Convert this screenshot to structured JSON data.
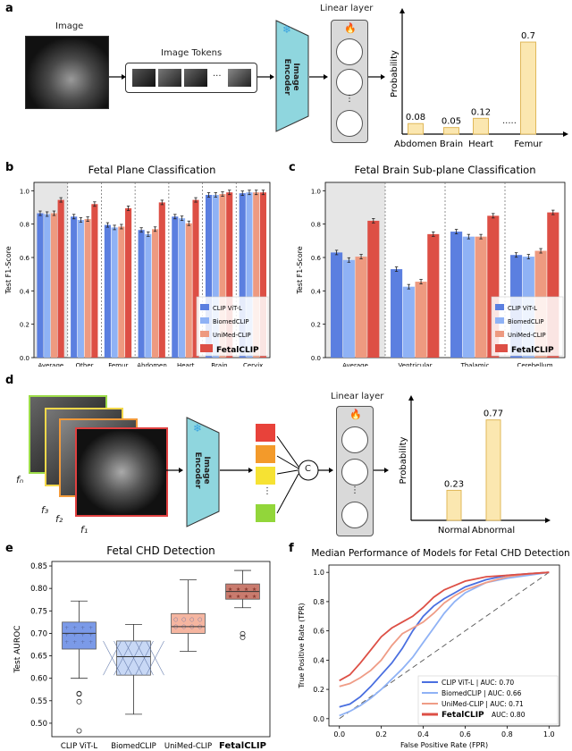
{
  "panels": {
    "a": {
      "label": "a",
      "image_label": "Image",
      "tokens_label": "Image Tokens",
      "tokens_ellipsis": "...",
      "encoder_label": "Image\nEncoder",
      "linear_label": "Linear layer",
      "linear_dots": "⋮",
      "prob_label": "Probability",
      "ellipsis": ".....",
      "chart_data": {
        "type": "bar",
        "categories": [
          "Abdomen",
          "Brain",
          "Heart",
          "Femur"
        ],
        "values": [
          0.08,
          0.05,
          0.12,
          0.7
        ],
        "value_labels": [
          "0.08",
          "0.05",
          "0.12",
          "0.7"
        ],
        "ylabel": "Probability"
      }
    },
    "b": {
      "label": "b",
      "chart_data": {
        "type": "bar",
        "title": "Fetal Plane Classification",
        "ylabel": "Test F1-Score",
        "categories": [
          "Average",
          "Other",
          "Femur",
          "Abdomen",
          "Heart",
          "Brain",
          "Cervix"
        ],
        "yticks": [
          "0.0",
          "0.2",
          "0.4",
          "0.6",
          "0.8",
          "1.0"
        ],
        "ylim": [
          0,
          1.05
        ],
        "series": [
          {
            "name": "CLIP ViT-L",
            "color": "#5b7fe0",
            "values": [
              0.865,
              0.845,
              0.795,
              0.765,
              0.845,
              0.975,
              0.985
            ]
          },
          {
            "name": "BiomedCLIP",
            "color": "#8fb2f5",
            "values": [
              0.86,
              0.825,
              0.78,
              0.74,
              0.835,
              0.975,
              0.99
            ]
          },
          {
            "name": "UniMed-CLIP",
            "color": "#ee9a80",
            "values": [
              0.865,
              0.83,
              0.785,
              0.77,
              0.805,
              0.98,
              0.99
            ]
          },
          {
            "name": "FetalCLIP",
            "color": "#dd4f45",
            "values": [
              0.945,
              0.92,
              0.895,
              0.93,
              0.945,
              0.99,
              0.99
            ]
          }
        ],
        "legend": "bottom-right"
      }
    },
    "c": {
      "label": "c",
      "chart_data": {
        "type": "bar",
        "title": "Fetal Brain Sub-plane Classification",
        "ylabel": "Test F1-Score",
        "categories": [
          "Average",
          "Ventricular",
          "Thalamic",
          "Cerebellum"
        ],
        "yticks": [
          "0.0",
          "0.2",
          "0.4",
          "0.6",
          "0.8",
          "1.0"
        ],
        "ylim": [
          0,
          1.05
        ],
        "series": [
          {
            "name": "CLIP ViT-L",
            "color": "#5b7fe0",
            "values": [
              0.63,
              0.53,
              0.755,
              0.615
            ]
          },
          {
            "name": "BiomedCLIP",
            "color": "#8fb2f5",
            "values": [
              0.585,
              0.425,
              0.725,
              0.605
            ]
          },
          {
            "name": "UniMed-CLIP",
            "color": "#ee9a80",
            "values": [
              0.605,
              0.455,
              0.725,
              0.64
            ]
          },
          {
            "name": "FetalCLIP",
            "color": "#dd4f45",
            "values": [
              0.82,
              0.74,
              0.85,
              0.87
            ]
          }
        ],
        "legend": "bottom-right"
      }
    },
    "d": {
      "label": "d",
      "frame_labels": [
        "fₙ",
        "f₃",
        "f₂",
        "f₁"
      ],
      "encoder_label": "Image\nEncoder",
      "concat_label": "C",
      "linear_label": "Linear layer",
      "linear_dots": "⋮",
      "token_dots": "⋮",
      "prob_label": "Probability",
      "chart_data": {
        "type": "bar",
        "categories": [
          "Normal",
          "Abnormal"
        ],
        "values": [
          0.23,
          0.77
        ],
        "value_labels": [
          "0.23",
          "0.77"
        ],
        "ylabel": "Probability"
      }
    },
    "e": {
      "label": "e",
      "chart_data": {
        "type": "box",
        "title": "Fetal CHD Detection",
        "ylabel": "Test AUROC",
        "categories": [
          "CLIP ViT-L",
          "BiomedCLIP",
          "UniMed-CLIP",
          "FetalCLIP"
        ],
        "yticks": [
          "0.50",
          "0.55",
          "0.60",
          "0.65",
          "0.70",
          "0.75",
          "0.80",
          "0.85"
        ],
        "ylim": [
          0.47,
          0.86
        ],
        "boxes": [
          {
            "whislo": 0.6,
            "q1": 0.665,
            "med": 0.7,
            "q3": 0.725,
            "whishi": 0.772,
            "fliers": [
              0.566,
              0.565,
              0.548,
              0.483
            ],
            "color": "#7b9ae8"
          },
          {
            "whislo": 0.52,
            "q1": 0.607,
            "med": 0.648,
            "q3": 0.683,
            "whishi": 0.72,
            "fliers": [],
            "color": "#c8d8f5"
          },
          {
            "whislo": 0.66,
            "q1": 0.7,
            "med": 0.715,
            "q3": 0.744,
            "whishi": 0.819,
            "fliers": [],
            "color": "#f5b5a0"
          },
          {
            "whislo": 0.757,
            "q1": 0.776,
            "med": 0.793,
            "q3": 0.81,
            "whishi": 0.84,
            "fliers": [
              0.699,
              0.691
            ],
            "color": "#c97b6e"
          }
        ]
      }
    },
    "f": {
      "label": "f",
      "chart_data": {
        "type": "line",
        "title": "Median Performance of Models for Fetal CHD Detection",
        "xlabel": "False Positive Rate (FPR)",
        "ylabel": "True Positive Rate (TPR)",
        "xticks": [
          "0.0",
          "0.2",
          "0.4",
          "0.6",
          "0.8",
          "1.0"
        ],
        "yticks": [
          "0.0",
          "0.2",
          "0.4",
          "0.6",
          "0.8",
          "1.0"
        ],
        "xlim": [
          -0.05,
          1.05
        ],
        "ylim": [
          -0.05,
          1.05
        ],
        "series": [
          {
            "name": "CLIP ViT-L | AUC: 0.70",
            "color": "#4a6fe0",
            "x": [
              0,
              0.05,
              0.1,
              0.15,
              0.2,
              0.25,
              0.3,
              0.35,
              0.4,
              0.45,
              0.5,
              0.55,
              0.6,
              0.7,
              0.8,
              0.9,
              1.0
            ],
            "y": [
              0.08,
              0.1,
              0.15,
              0.22,
              0.3,
              0.38,
              0.48,
              0.6,
              0.7,
              0.77,
              0.82,
              0.86,
              0.9,
              0.95,
              0.98,
              0.99,
              1.0
            ]
          },
          {
            "name": "BiomedCLIP | AUC: 0.66",
            "color": "#8fb2f5",
            "x": [
              0,
              0.05,
              0.1,
              0.15,
              0.2,
              0.25,
              0.3,
              0.35,
              0.4,
              0.45,
              0.5,
              0.55,
              0.6,
              0.7,
              0.8,
              0.9,
              1.0
            ],
            "y": [
              0.02,
              0.05,
              0.09,
              0.14,
              0.2,
              0.27,
              0.34,
              0.42,
              0.52,
              0.62,
              0.72,
              0.8,
              0.86,
              0.93,
              0.96,
              0.98,
              1.0
            ]
          },
          {
            "name": "UniMed-CLIP | AUC: 0.71",
            "color": "#ef9c86",
            "x": [
              0,
              0.05,
              0.1,
              0.15,
              0.2,
              0.25,
              0.3,
              0.35,
              0.4,
              0.45,
              0.5,
              0.55,
              0.6,
              0.7,
              0.8,
              0.9,
              1.0
            ],
            "y": [
              0.22,
              0.24,
              0.28,
              0.33,
              0.4,
              0.5,
              0.58,
              0.62,
              0.66,
              0.72,
              0.79,
              0.84,
              0.88,
              0.93,
              0.97,
              0.99,
              1.0
            ]
          },
          {
            "name": "FetalCLIP",
            "auc_label": "AUC: 0.80",
            "color": "#dd4f45",
            "x": [
              0,
              0.05,
              0.1,
              0.15,
              0.2,
              0.25,
              0.3,
              0.35,
              0.4,
              0.45,
              0.5,
              0.55,
              0.6,
              0.7,
              0.8,
              0.9,
              1.0
            ],
            "y": [
              0.26,
              0.3,
              0.38,
              0.47,
              0.56,
              0.62,
              0.66,
              0.7,
              0.76,
              0.83,
              0.88,
              0.91,
              0.94,
              0.97,
              0.98,
              0.99,
              1.0
            ]
          }
        ],
        "legend": "lower-right"
      }
    }
  },
  "colors": {
    "encoder_fill": "#8fd6de",
    "linear_fill": "#d9d9d9",
    "prob_bar_fill": "#fbe7b0",
    "prob_bar_stroke": "#e0b85a",
    "shade": "#e6e6e6"
  }
}
